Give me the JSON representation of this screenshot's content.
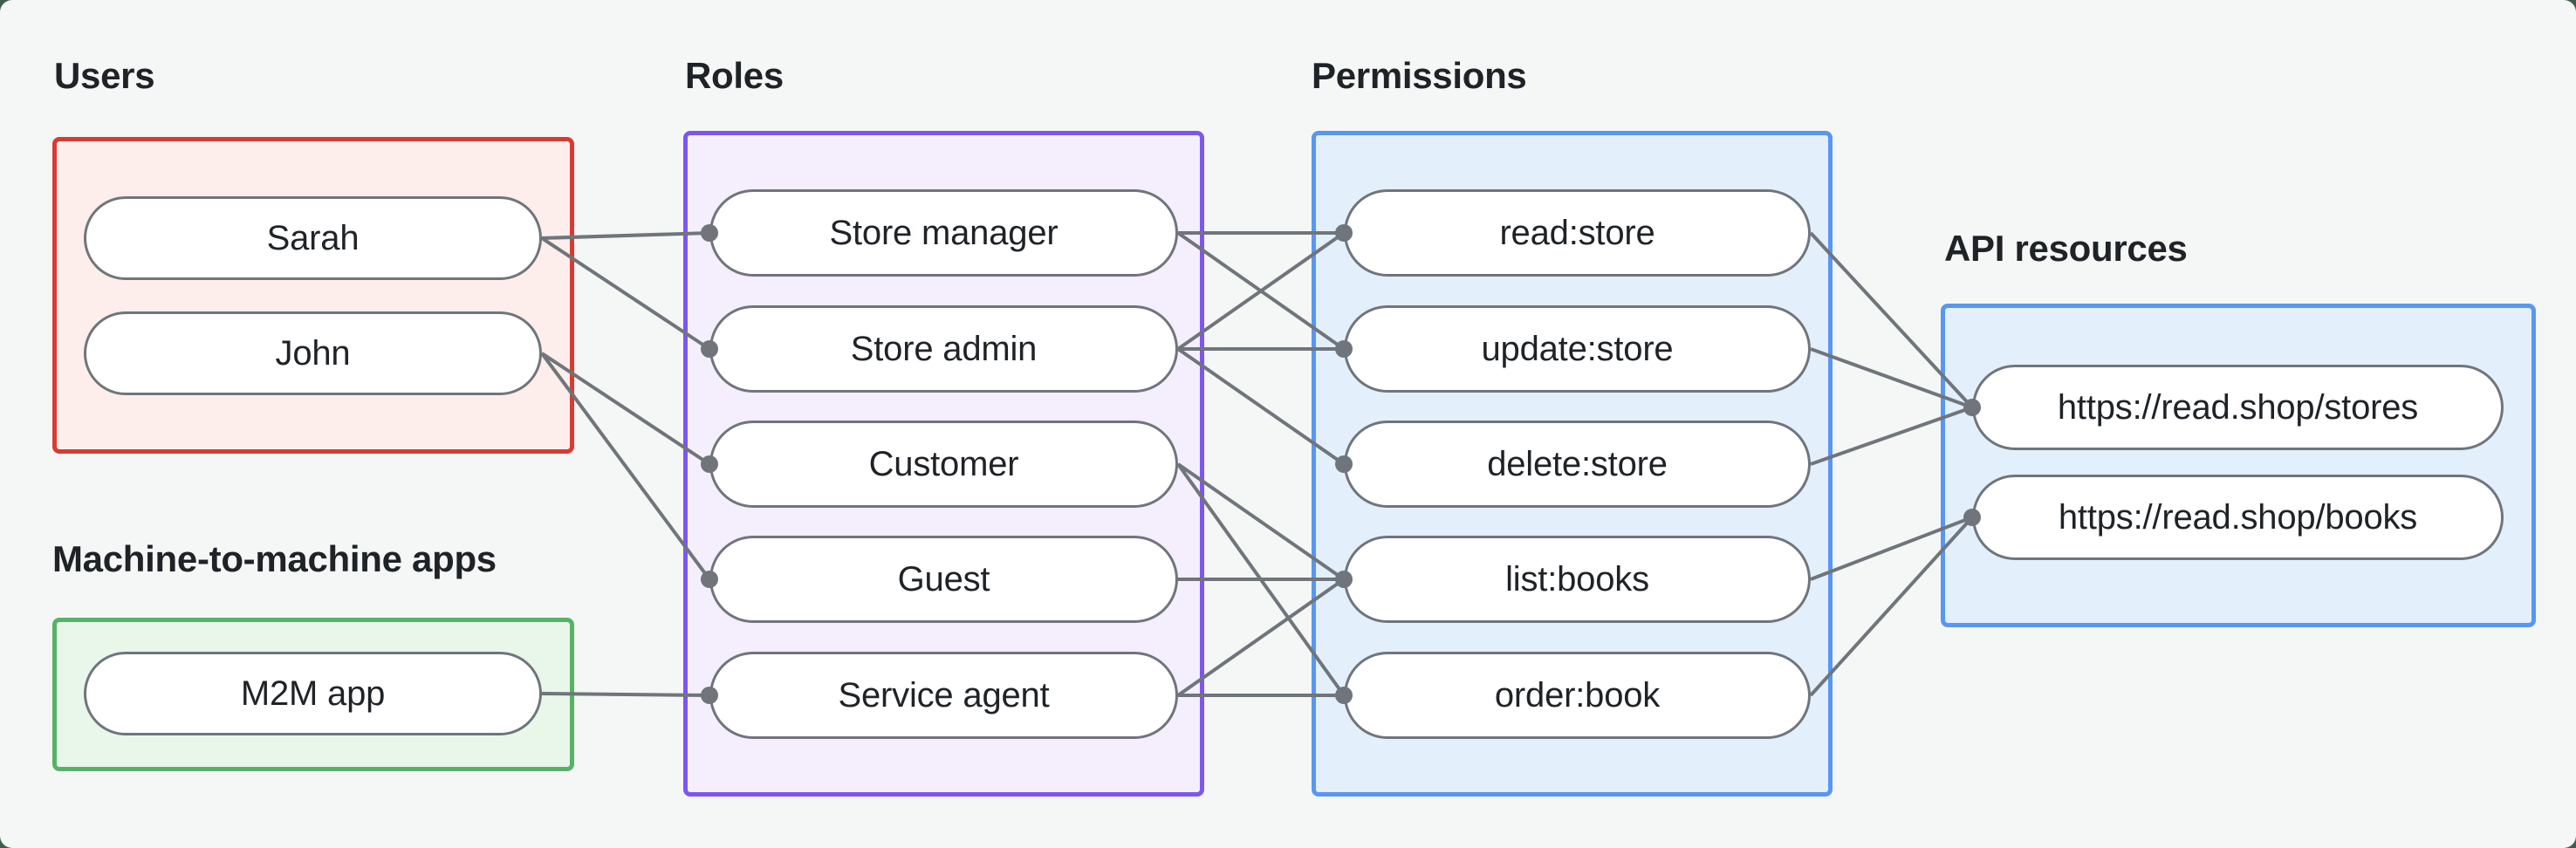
{
  "diagram": {
    "groups": {
      "users": {
        "label": "Users"
      },
      "m2m": {
        "label": "Machine-to-machine apps"
      },
      "roles": {
        "label": "Roles"
      },
      "permissions": {
        "label": "Permissions"
      },
      "api_resources": {
        "label": "API resources"
      }
    },
    "nodes": {
      "sarah": "Sarah",
      "john": "John",
      "m2m_app": "M2M app",
      "store_manager": "Store manager",
      "store_admin": "Store admin",
      "customer": "Customer",
      "guest": "Guest",
      "service_agent": "Service agent",
      "read_store": "read:store",
      "update_store": "update:store",
      "delete_store": "delete:store",
      "list_books": "list:books",
      "order_book": "order:book",
      "stores_api": "https://read.shop/stores",
      "books_api": "https://read.shop/books"
    },
    "edges": [
      [
        "sarah",
        "store_manager"
      ],
      [
        "sarah",
        "store_admin"
      ],
      [
        "john",
        "customer"
      ],
      [
        "john",
        "guest"
      ],
      [
        "m2m_app",
        "service_agent"
      ],
      [
        "store_manager",
        "read_store"
      ],
      [
        "store_manager",
        "update_store"
      ],
      [
        "store_admin",
        "read_store"
      ],
      [
        "store_admin",
        "update_store"
      ],
      [
        "store_admin",
        "delete_store"
      ],
      [
        "customer",
        "list_books"
      ],
      [
        "customer",
        "order_book"
      ],
      [
        "guest",
        "list_books"
      ],
      [
        "service_agent",
        "list_books"
      ],
      [
        "service_agent",
        "order_book"
      ],
      [
        "read_store",
        "stores_api"
      ],
      [
        "update_store",
        "stores_api"
      ],
      [
        "delete_store",
        "stores_api"
      ],
      [
        "list_books",
        "books_api"
      ],
      [
        "order_book",
        "books_api"
      ]
    ],
    "colors": {
      "outer-bg": "#405d4c",
      "canvas-bg": "#f5f7f6",
      "ink": "#1f2327",
      "stroke": "#6f757b",
      "users-border": "#d93a32",
      "users-fill": "#fdedeb",
      "m2m-border": "#57b267",
      "m2m-fill": "#e9f6ea",
      "roles-border": "#7b57f0",
      "roles-fill": "#f4eefd",
      "perms-border": "#5896f3",
      "perms-fill": "#e4effc",
      "api-border": "#5896f3",
      "api-fill": "#e4effc"
    },
    "edge_style": {
      "line_width": 4,
      "dot_radius": 10
    }
  }
}
